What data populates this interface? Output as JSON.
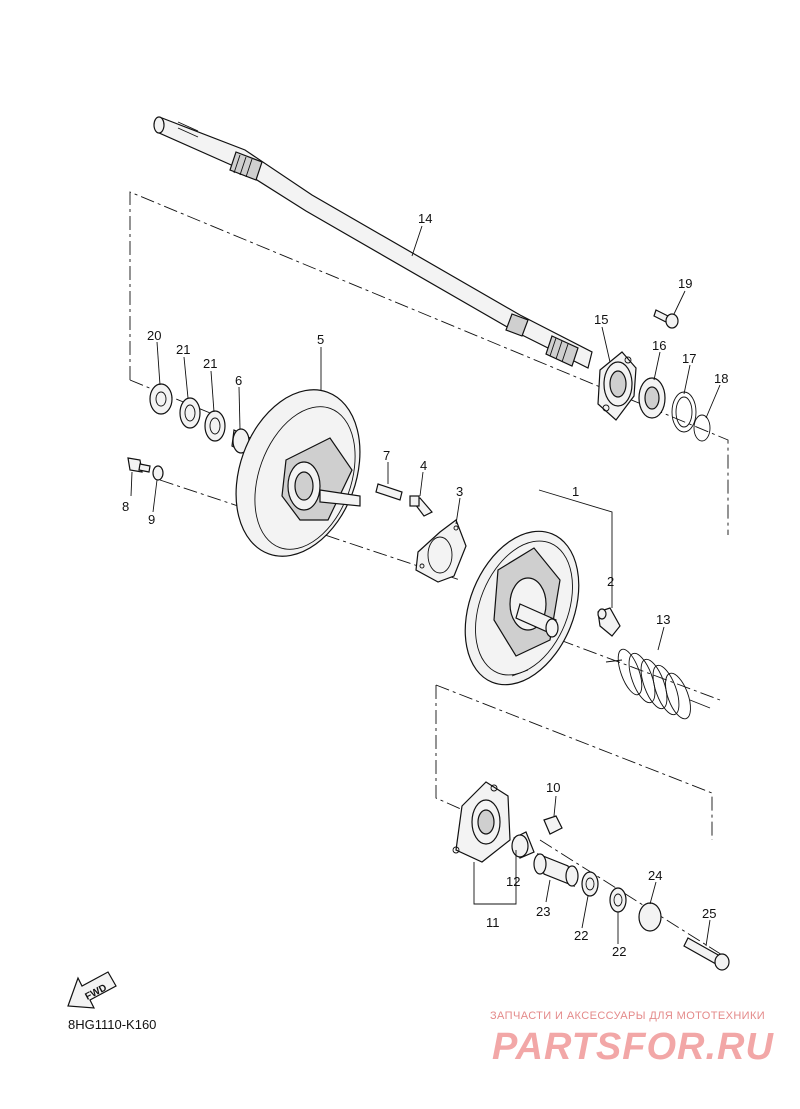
{
  "diagram": {
    "code": "8HG1110-K160",
    "fwd_label": "FWD",
    "watermark_subtitle": "ЗАПЧАСТИ И АКСЕССУАРЫ ДЛЯ МОТОТЕХНИКИ",
    "watermark_logo": "PARTSFOR.RU"
  },
  "callouts": [
    "1",
    "2",
    "3",
    "4",
    "5",
    "6",
    "7",
    "8",
    "9",
    "10",
    "11",
    "12",
    "13",
    "14",
    "15",
    "16",
    "17",
    "18",
    "19",
    "20",
    "21",
    "21",
    "22",
    "22",
    "23",
    "24",
    "25"
  ]
}
